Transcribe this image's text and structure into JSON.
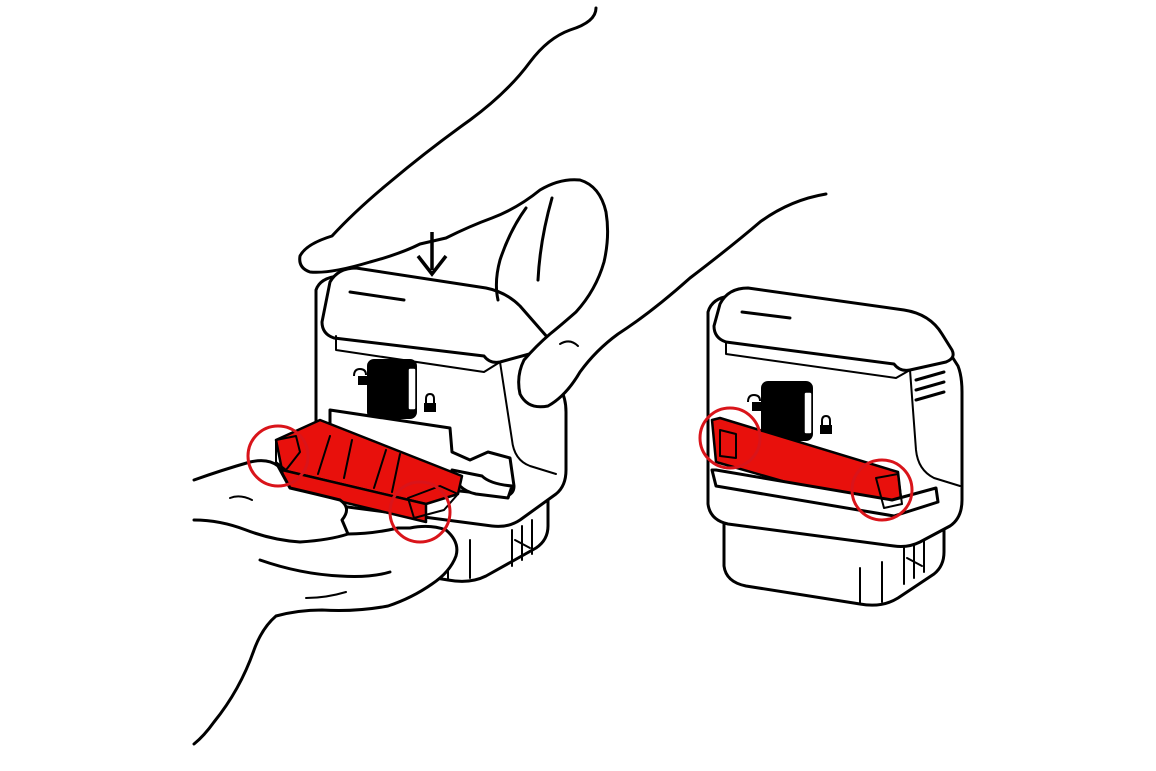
{
  "diagram": {
    "steps": [
      {
        "id": "insert-pad",
        "action": "press-down-and-slide-in"
      },
      {
        "id": "pad-locked",
        "action": "pad-seated-in-stamp"
      }
    ],
    "icons": {
      "unlock": "unlock-icon",
      "lock": "lock-icon",
      "arrow": "arrow-down-icon"
    },
    "highlights": {
      "left_stamp_clips": 2,
      "right_stamp_clips": 2
    }
  },
  "colors": {
    "ink_pad": "#e8100c",
    "highlight_circle": "#d9141a",
    "outline": "#000000",
    "background": "#ffffff"
  }
}
